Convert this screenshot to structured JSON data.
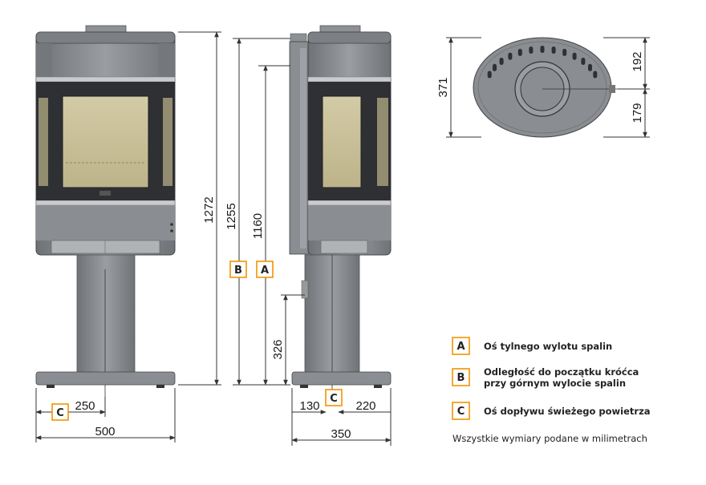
{
  "dimensions": {
    "total_height": "1272",
    "height_b": "1255",
    "height_a": "1160",
    "height_c": "326",
    "front_half_width": "250",
    "front_width": "500",
    "side_front_offset": "130",
    "side_rear_offset": "220",
    "side_depth": "350",
    "top_depth": "371",
    "top_rear": "192",
    "top_front": "179"
  },
  "badges": {
    "a": "A",
    "b": "B",
    "c": "C"
  },
  "legend": [
    {
      "key": "A",
      "lines": [
        "Oś tylnego wylotu spalin"
      ]
    },
    {
      "key": "B",
      "lines": [
        "Odległość do początku króćca",
        "przy górnym wylocie spalin"
      ]
    },
    {
      "key": "C",
      "lines": [
        "Oś dopływu świeżego powietrza"
      ]
    }
  ],
  "note": "Wszystkie wymiary podane w milimetrach",
  "colors": {
    "stove_body": "#8a8d91",
    "stove_dark": "#2e3033",
    "glass": "#c8bf98",
    "badge_border": "#f29400",
    "dim_line": "#333333"
  }
}
